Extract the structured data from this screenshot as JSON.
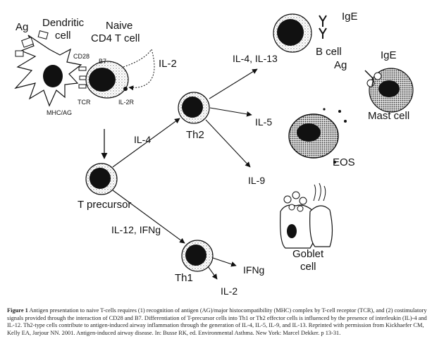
{
  "labels": {
    "ag_top": "Ag",
    "dendritic": "Dendritic",
    "cell_word": "cell",
    "naive": "Naive",
    "cd4": "CD4 T cell",
    "cd28": "CD28",
    "b7": "B7",
    "il2_top": "IL-2",
    "tcr": "TCR",
    "il2r": "IL-2R",
    "mhc": "MHC/AG",
    "il4_il13": "IL-4, IL-13",
    "b_cell": "B cell",
    "ige_top": "IgE",
    "ag_mast": "Ag",
    "ige_mast": "IgE",
    "mast_cell": "Mast cell",
    "th2": "Th2",
    "il4": "IL-4",
    "il5": "IL-5",
    "eos": "EOS",
    "il9": "IL-9",
    "t_precursor": "T precursor",
    "il12_ifng": "IL-12, IFNg",
    "goblet": "Goblet",
    "goblet_cell": "cell",
    "th1": "Th1",
    "ifng": "IFNg",
    "il2_bottom": "IL-2"
  },
  "caption": {
    "figure_label": "Figure 1",
    "text": "Antigen presentation to naive T-cells requires (1) recognition of antigen (AG)/major histocompatibility (MHC) complex by T-cell receptor (TCR), and (2) costimulatory signals provided through the interaction of CD28 and B7. Differentiation of T-precursor cells into Th1 or Th2 effector cells is influenced by the presence of interleukin (IL)-4 and IL-12. Th2-type cells contribute to antigen-induced airway inflammation through the generation of IL-4, IL-5, IL-9, and IL-13. Reprinted with permission from Kickhaefer CM, Kelly EA, Jarjour NN. 2001. Antigen-induced airway disease. In: Busse RK, ed. Environmental Asthma. New York: Marcel Dekker. p 13-31."
  },
  "colors": {
    "ink": "#111111",
    "stipple": "#bbbbbb"
  }
}
